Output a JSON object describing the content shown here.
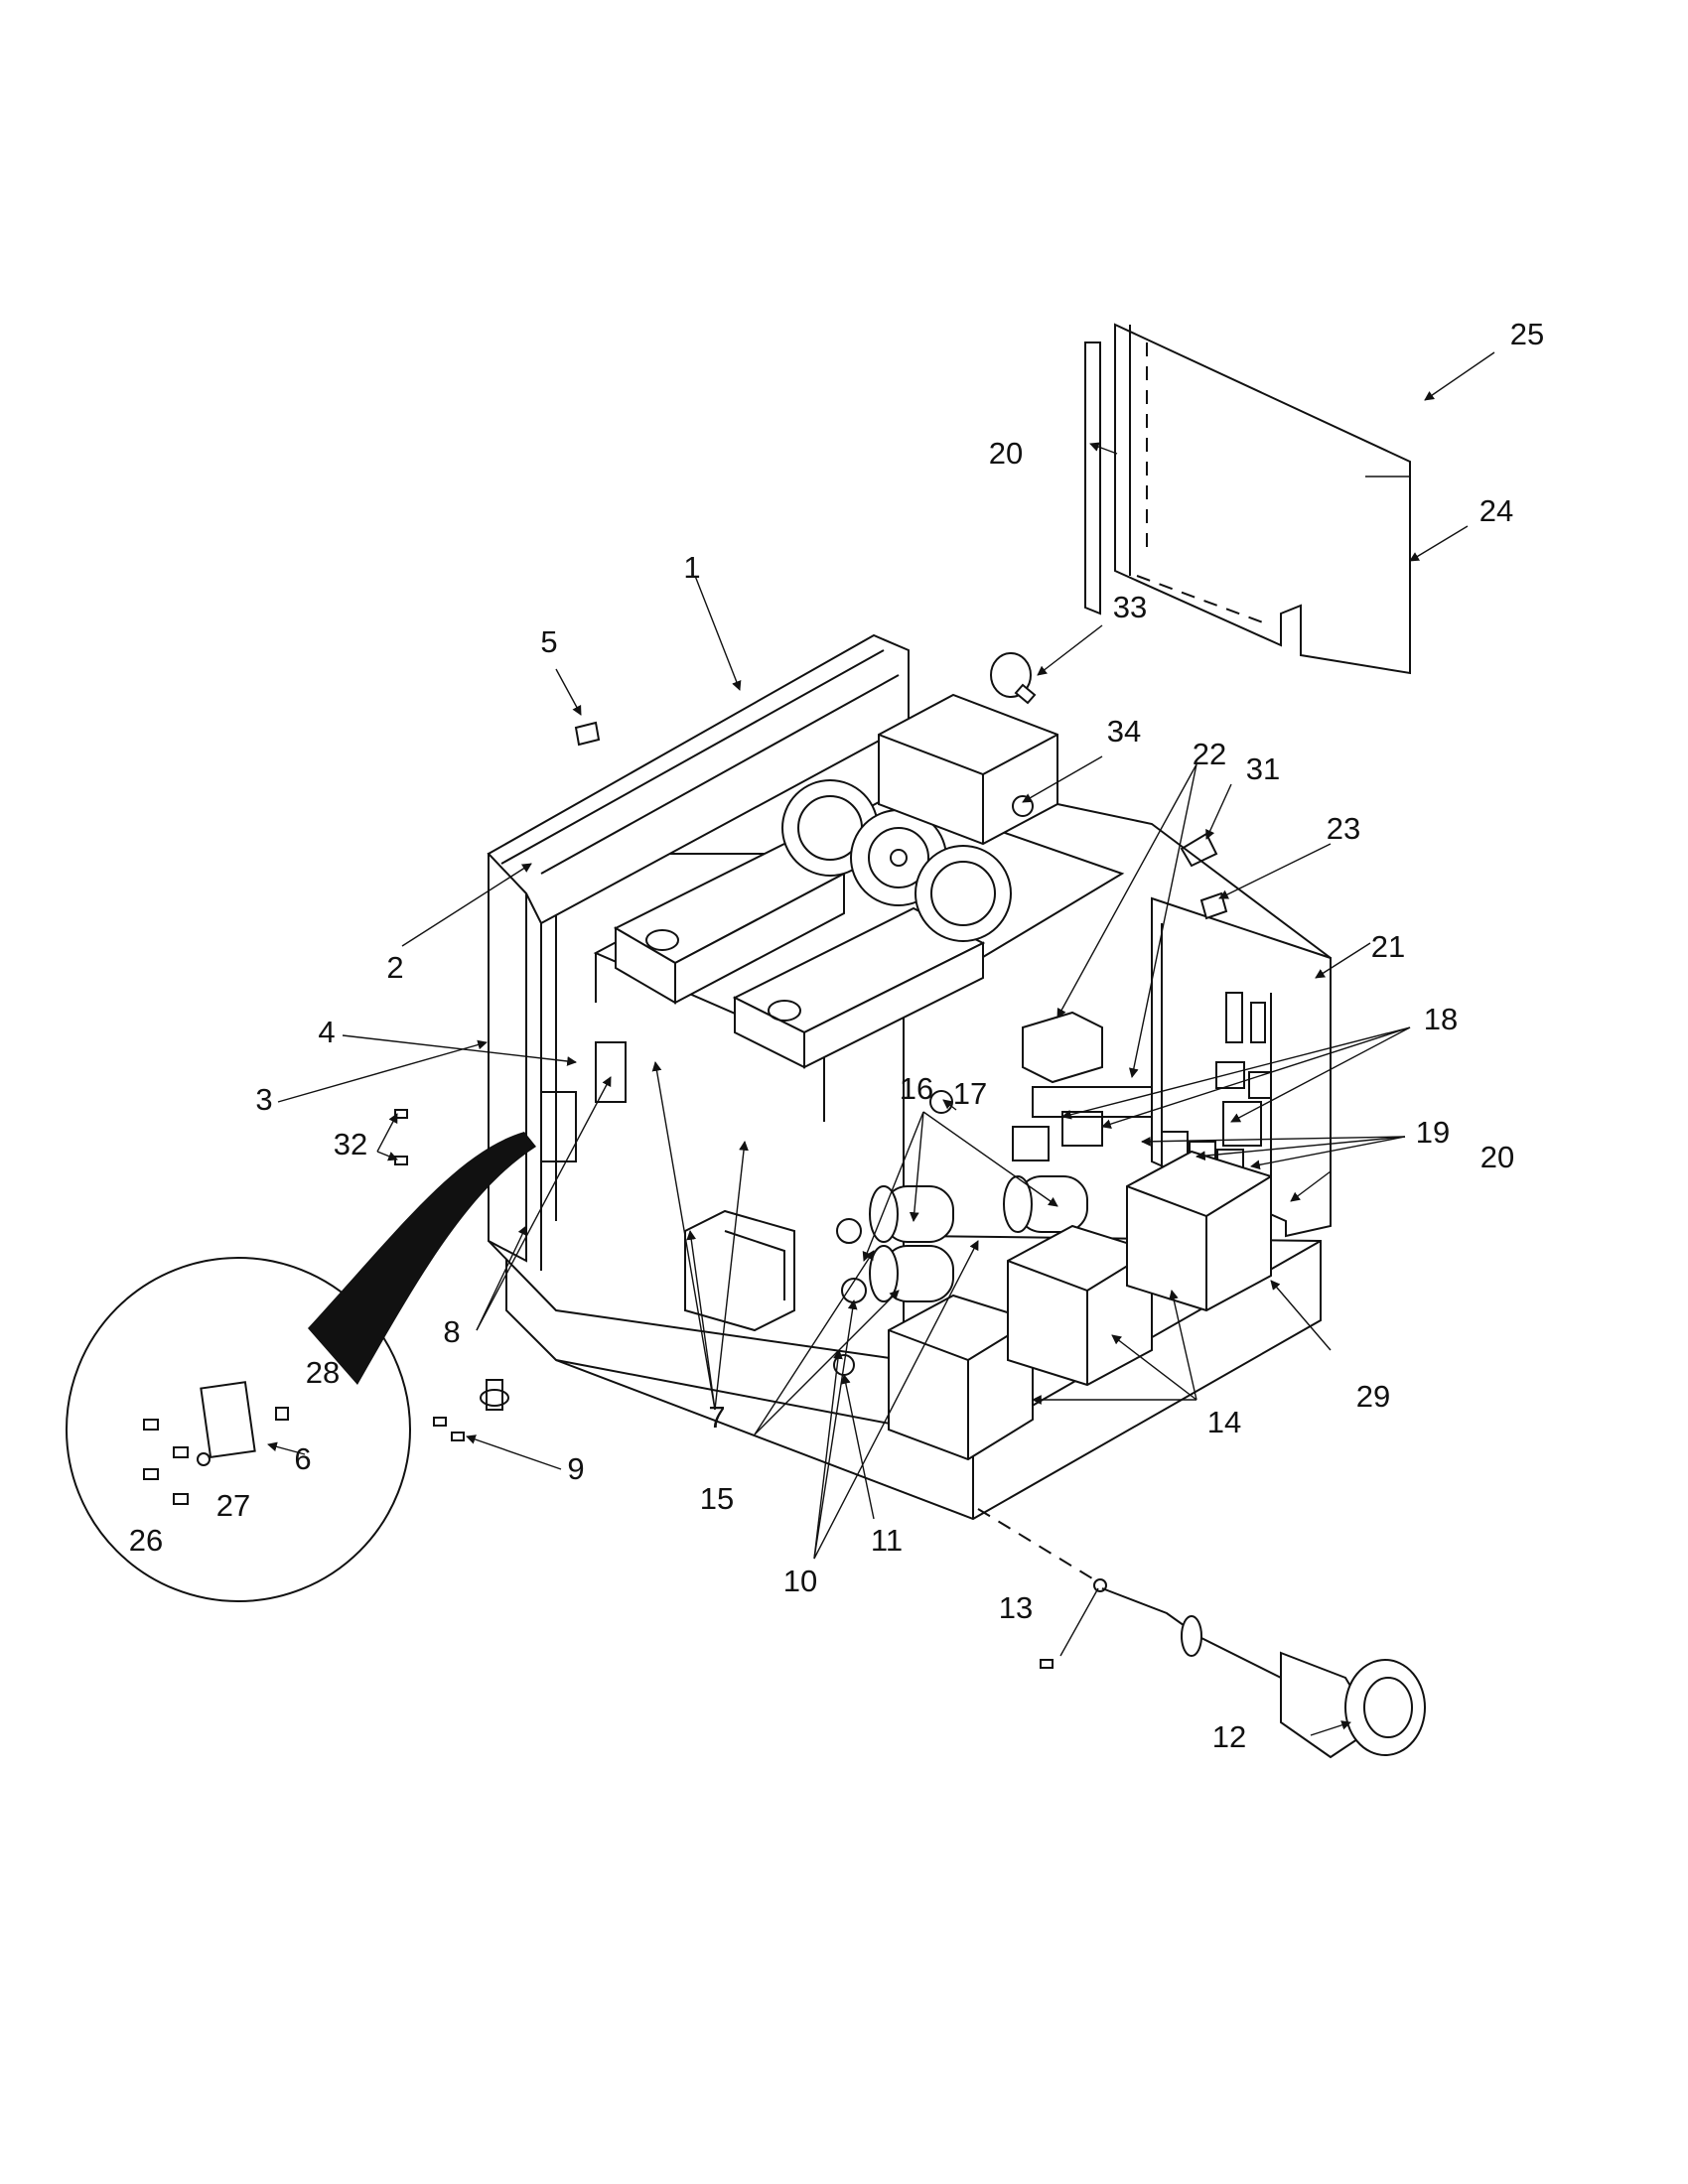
{
  "callouts": {
    "c1": "1",
    "c2": "2",
    "c3": "3",
    "c4": "4",
    "c5": "5",
    "c6": "6",
    "c7": "7",
    "c8": "8",
    "c9": "9",
    "c10": "10",
    "c11": "11",
    "c12": "12",
    "c13": "13",
    "c14": "14",
    "c15": "15",
    "c16": "16",
    "c17": "17",
    "c18": "18",
    "c19": "19",
    "c20a": "20",
    "c20b": "20",
    "c21": "21",
    "c22": "22",
    "c23": "23",
    "c24": "24",
    "c25": "25",
    "c26": "26",
    "c27": "27",
    "c28": "28",
    "c29": "29",
    "c31": "31",
    "c32": "32",
    "c33": "33",
    "c34": "34"
  }
}
